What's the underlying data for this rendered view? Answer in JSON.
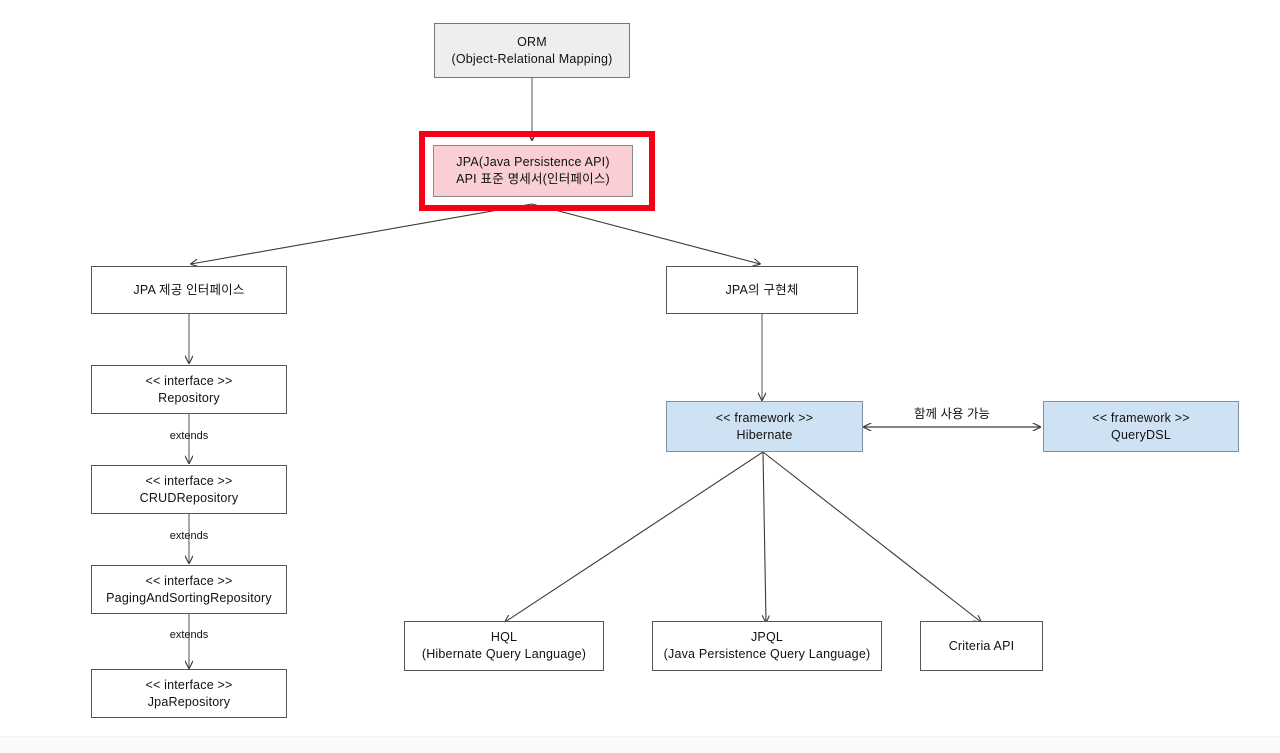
{
  "diagram": {
    "title": "JPA / ORM architecture diagram",
    "background_color": "#ffffff",
    "highlight_color": "#f70016",
    "colors": {
      "gray_fill": "#eeeeee",
      "blue_fill": "#cfe2f3",
      "pink_fill": "#f9cfd3",
      "white_fill": "#ffffff",
      "stroke": "#555555"
    }
  },
  "nodes": {
    "orm": {
      "line1": "ORM",
      "line2": "(Object-Relational Mapping)"
    },
    "jpa": {
      "line1": "JPA(Java Persistence API)",
      "line2": "API 표준 명세서(인터페이스)"
    },
    "jpa_interfaces": {
      "line1": "JPA 제공 인터페이스",
      "line2": ""
    },
    "jpa_impl": {
      "line1": "JPA의 구현체",
      "line2": ""
    },
    "repository": {
      "line1": "<< interface >>",
      "line2": "Repository"
    },
    "crud_repository": {
      "line1": "<< interface >>",
      "line2": "CRUDRepository"
    },
    "paging_repository": {
      "line1": "<< interface >>",
      "line2": "PagingAndSortingRepository"
    },
    "jpa_repository": {
      "line1": "<< interface >>",
      "line2": "JpaRepository"
    },
    "hibernate": {
      "line1": "<< framework >>",
      "line2": "Hibernate"
    },
    "querydsl": {
      "line1": "<< framework >>",
      "line2": "QueryDSL"
    },
    "hql": {
      "line1": "HQL",
      "line2": "(Hibernate Query Language)"
    },
    "jpql": {
      "line1": "JPQL",
      "line2": "(Java Persistence Query Language)"
    },
    "criteria_api": {
      "line1": "Criteria API",
      "line2": ""
    }
  },
  "edge_labels": {
    "extends_1": "extends",
    "extends_2": "extends",
    "extends_3": "extends",
    "hibernate_querydsl": "함께 사용 가능"
  }
}
